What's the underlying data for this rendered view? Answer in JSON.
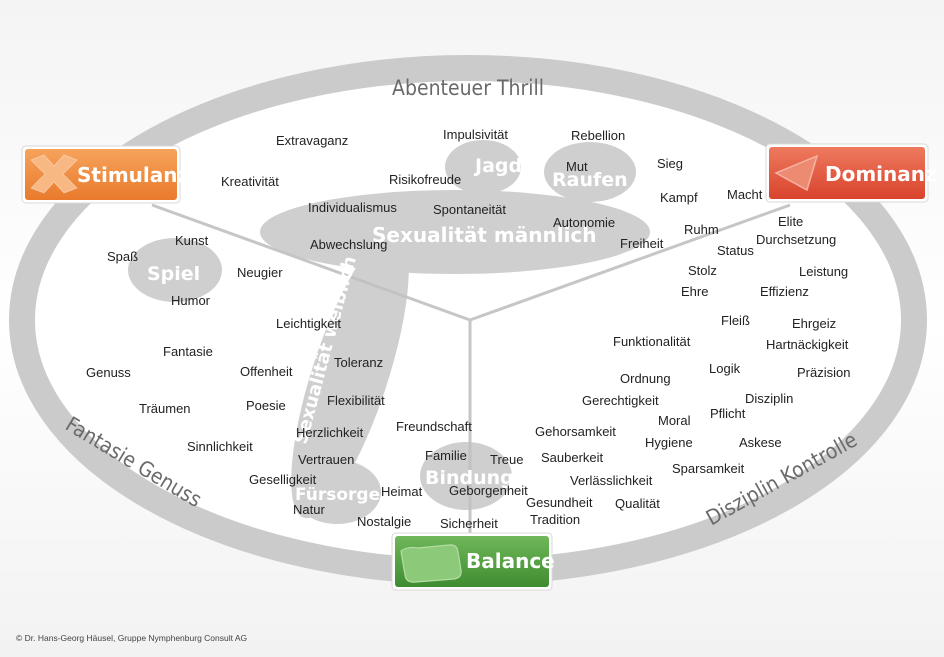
{
  "ring": {
    "top": "Abenteuer Thrill",
    "left": "Fantasie Genuss",
    "right": "Disziplin Kontrolle"
  },
  "boxes": {
    "stimulanz": "Stimulanz",
    "dominanz": "Dominanz",
    "balance": "Balance"
  },
  "colors": {
    "stimulanz": "#ef8a3c",
    "dominanz": "#e1543c",
    "balance": "#4d9a3a",
    "ring": "#c9c9c9",
    "blob": "#c4c4c4"
  },
  "clusters": {
    "jagd": "Jagd",
    "raufen": "Raufen",
    "sexualitaet_maennlich": "Sexualität männlich",
    "sexualitaet_weiblich": "Sexualität weiblich",
    "spiel": "Spiel",
    "bindung": "Bindung",
    "fuersorge": "Fürsorge"
  },
  "words": {
    "extravaganz": "Extravaganz",
    "impulsivitaet": "Impulsivität",
    "rebellion": "Rebellion",
    "mut": "Mut",
    "sieg": "Sieg",
    "kreativitaet": "Kreativität",
    "risikofreude": "Risikofreude",
    "kampf": "Kampf",
    "macht": "Macht",
    "individualismus": "Individualismus",
    "spontaneitaet": "Spontaneität",
    "autonomie": "Autonomie",
    "elite": "Elite",
    "ruhm": "Ruhm",
    "freiheit": "Freiheit",
    "durchsetzung": "Durchsetzung",
    "kunst": "Kunst",
    "abwechslung": "Abwechslung",
    "status": "Status",
    "spass": "Spaß",
    "neugier": "Neugier",
    "stolz": "Stolz",
    "leistung": "Leistung",
    "humor": "Humor",
    "ehre": "Ehre",
    "effizienz": "Effizienz",
    "leichtigkeit": "Leichtigkeit",
    "fleiss": "Fleiß",
    "ehrgeiz": "Ehrgeiz",
    "fantasie": "Fantasie",
    "funktionalitaet": "Funktionalität",
    "hartnaeckigkeit": "Hartnäckigkeit",
    "toleranz": "Toleranz",
    "genuss": "Genuss",
    "offenheit": "Offenheit",
    "logik": "Logik",
    "ordnung": "Ordnung",
    "praezision": "Präzision",
    "flexibilitaet": "Flexibilität",
    "gerechtigkeit": "Gerechtigkeit",
    "disziplin": "Disziplin",
    "traeumen": "Träumen",
    "poesie": "Poesie",
    "moral": "Moral",
    "pflicht": "Pflicht",
    "freundschaft": "Freundschaft",
    "herzlichkeit": "Herzlichkeit",
    "gehorsamkeit": "Gehorsamkeit",
    "hygiene": "Hygiene",
    "askese": "Askese",
    "sinnlichkeit": "Sinnlichkeit",
    "familie": "Familie",
    "treue": "Treue",
    "sauberkeit": "Sauberkeit",
    "vertrauen": "Vertrauen",
    "sparsamkeit": "Sparsamkeit",
    "geselligkeit": "Geselligkeit",
    "verlaesslichkeit": "Verlässlichkeit",
    "heimat": "Heimat",
    "geborgenheit": "Geborgenheit",
    "gesundheit": "Gesundheit",
    "qualitaet": "Qualität",
    "natur": "Natur",
    "nostalgie": "Nostalgie",
    "sicherheit": "Sicherheit",
    "tradition": "Tradition"
  },
  "copyright": "© Dr. Hans-Georg Häusel, Gruppe Nymphenburg Consult AG"
}
